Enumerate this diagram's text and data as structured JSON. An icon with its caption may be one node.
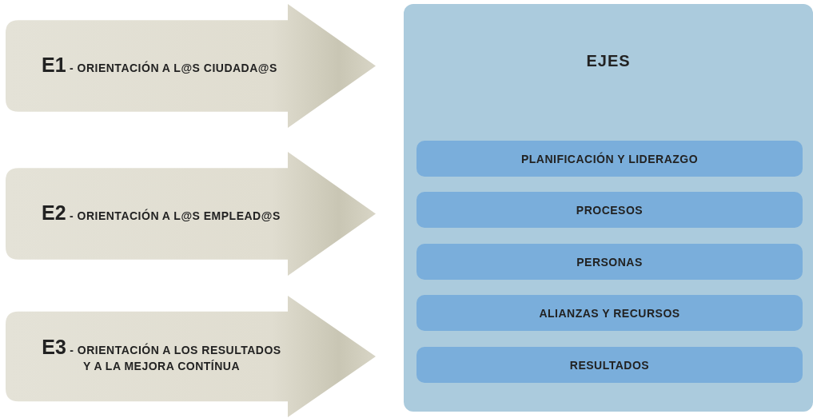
{
  "diagram": {
    "nodes": [
      {
        "text": [
          "E1",
          "- ORIENTACIÓN A L@S CIUDADA@S"
        ]
      },
      {
        "text": [
          "E2",
          "- ORIENTACIÓN A L@S EMPLEAD@S"
        ]
      },
      {
        "text": [
          "E3",
          "- ORIENTACIÓN A LOS RESULTADOS Y A LA MEJORA CONTÍNUA"
        ]
      },
      {
        "text": [
          "EJES"
        ]
      },
      {
        "text": [
          "PLANIFICACIÓN Y LIDERAZGO"
        ],
        "in": 3
      },
      {
        "text": [
          "PROCESOS"
        ],
        "in": 3
      },
      {
        "text": [
          "PERSONAS"
        ],
        "in": 3
      },
      {
        "text": [
          "ALIANZAS Y RECURSOS"
        ],
        "in": 3
      },
      {
        "text": [
          "RESULTADOS"
        ],
        "in": 3
      }
    ]
  }
}
